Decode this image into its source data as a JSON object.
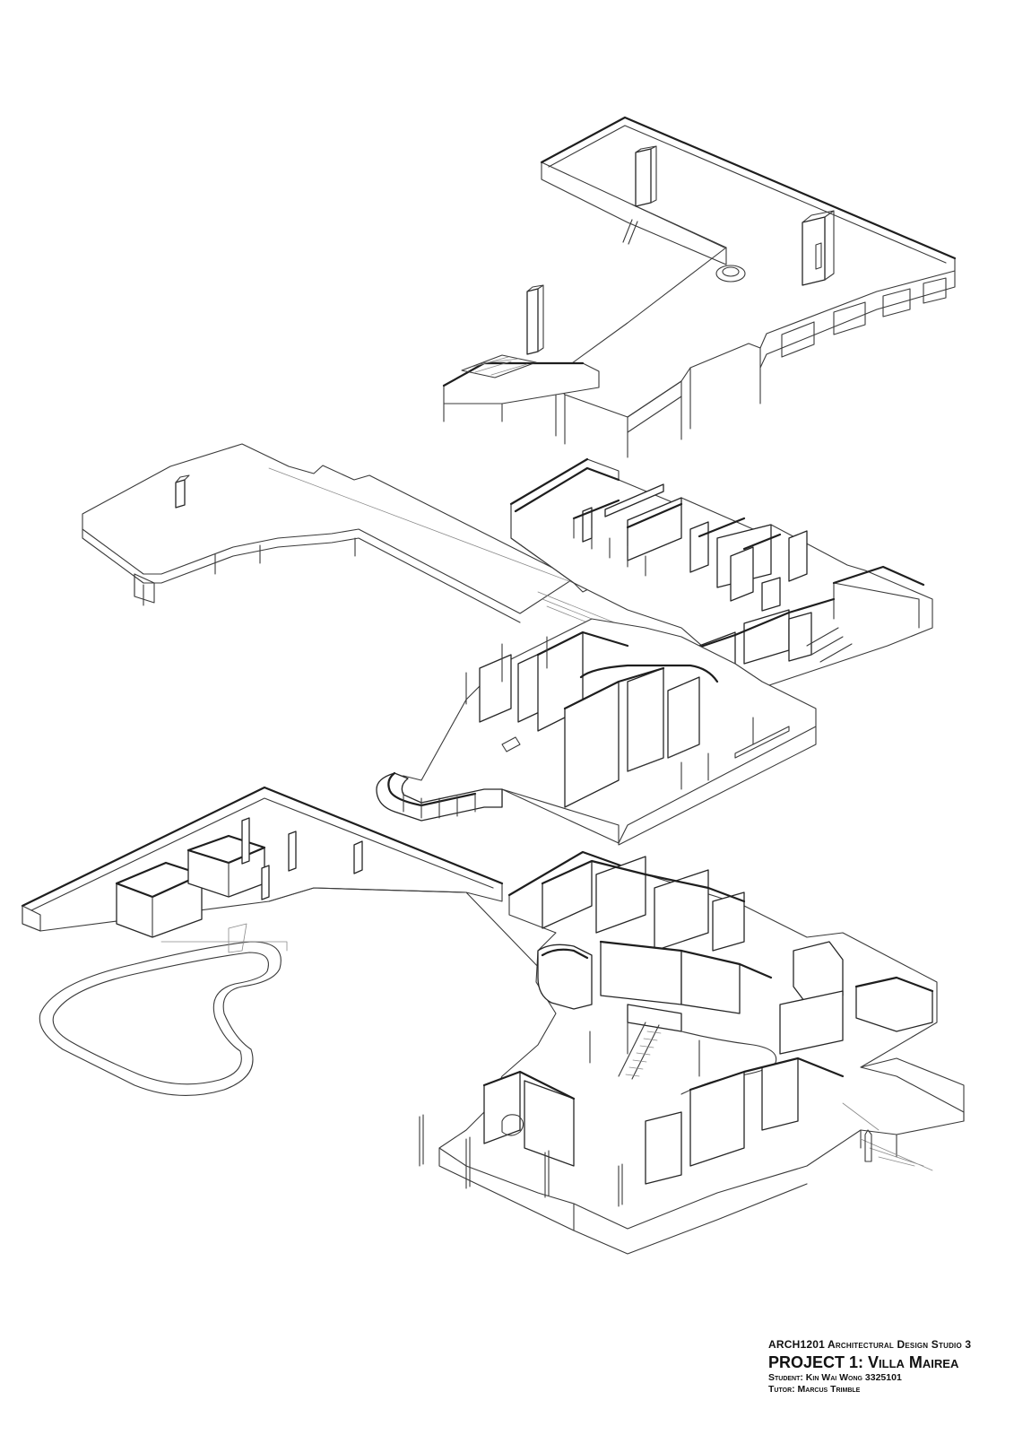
{
  "title_block": {
    "course": "ARCH1201 Architectural Design Studio 3",
    "project": "PROJECT 1: Villa Mairea",
    "student": "Student: Kin Wai Wong 3325101",
    "tutor": "Tutor: Marcus Trimble"
  },
  "colors": {
    "background": "#ffffff",
    "linework": "#3a3a3a",
    "text": "#111111"
  }
}
